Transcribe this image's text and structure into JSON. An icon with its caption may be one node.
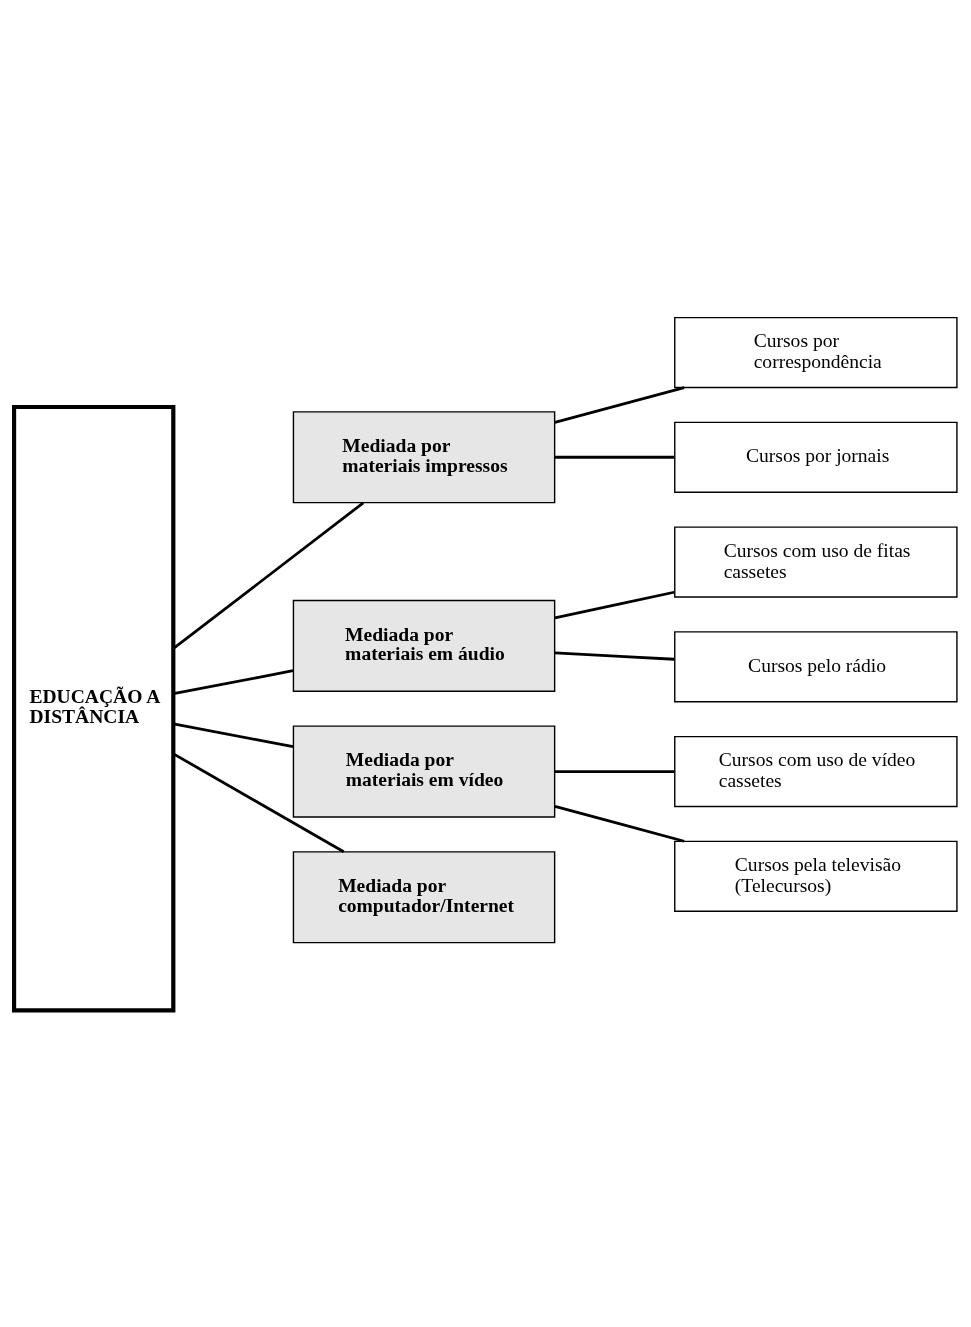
{
  "diagram": {
    "nodes": [
      {
        "text": [
          "EDUCAÇÃO A DISTÂNCIA"
        ]
      },
      {
        "text": [
          "Mediada por materiais impressos"
        ]
      },
      {
        "text": [
          "Cursos por correspondência"
        ]
      },
      {
        "text": [
          "Cursos por jornais"
        ]
      },
      {
        "text": [
          "Mediada por materiais em áudio"
        ]
      },
      {
        "text": [
          "Cursos com uso de fitas cassetes"
        ]
      },
      {
        "text": [
          "Cursos pelo rádio"
        ]
      },
      {
        "text": [
          "Mediada por materiais em vídeo"
        ]
      },
      {
        "text": [
          "Cursos com uso de vídeo cassetes"
        ]
      },
      {
        "text": [
          "Cursos pela televisão (Telecursos)"
        ]
      },
      {
        "text": [
          "Mediada por computador/Internet"
        ]
      }
    ],
    "edges": [
      {
        "from": 0,
        "to": 1,
        "arrow": "none"
      },
      {
        "from": 0,
        "to": 4,
        "arrow": "none"
      },
      {
        "from": 0,
        "to": 7,
        "arrow": "none"
      },
      {
        "from": 0,
        "to": 10,
        "arrow": "none"
      },
      {
        "from": 1,
        "to": 2,
        "arrow": "none"
      },
      {
        "from": 1,
        "to": 3,
        "arrow": "none"
      },
      {
        "from": 4,
        "to": 5,
        "arrow": "none"
      },
      {
        "from": 4,
        "to": 6,
        "arrow": "none"
      },
      {
        "from": 7,
        "to": 8,
        "arrow": "none"
      },
      {
        "from": 7,
        "to": 9,
        "arrow": "none"
      }
    ]
  }
}
